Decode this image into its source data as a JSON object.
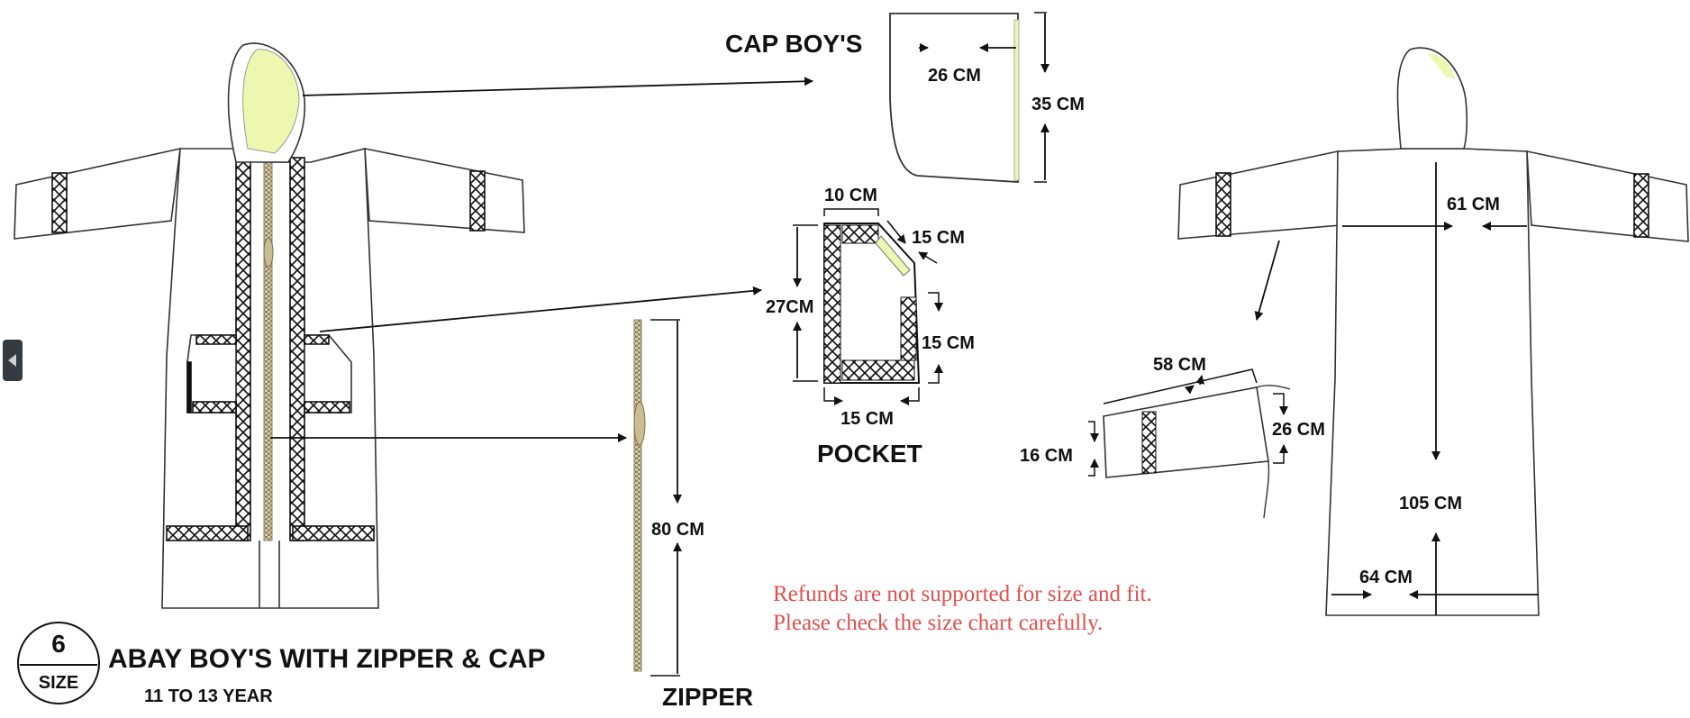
{
  "nav": {
    "prev_icon": "chevron-left-icon"
  },
  "product": {
    "title": "ABAY BOY'S WITH ZIPPER & CAP",
    "size_number": "6",
    "size_label": "SIZE",
    "age_range": "11 TO 13 YEAR"
  },
  "cap": {
    "title": "CAP BOY'S",
    "width": "26 CM",
    "height": "35 CM"
  },
  "pocket": {
    "title": "POCKET",
    "top": "10 CM",
    "diagonal": "15 CM",
    "height": "27CM",
    "side": "15 CM",
    "bottom": "15 CM"
  },
  "zipper": {
    "title": "ZIPPER",
    "length": "80 CM"
  },
  "measurements": {
    "chest": "61 CM",
    "length": "105 CM",
    "hem": "64 CM",
    "sleeve_length": "58 CM",
    "sleeve_cuff": "16 CM",
    "armhole": "26 CM"
  },
  "notice": {
    "line1": "Refunds are not supported for size and fit.",
    "line2": "Please check the size chart carefully."
  },
  "colors": {
    "hood_lining": "#eef7b0",
    "trim": "#1a1a1a",
    "zipper": "#a89e7a",
    "notice_text": "#e0504f",
    "nav_button": "#333a40"
  }
}
